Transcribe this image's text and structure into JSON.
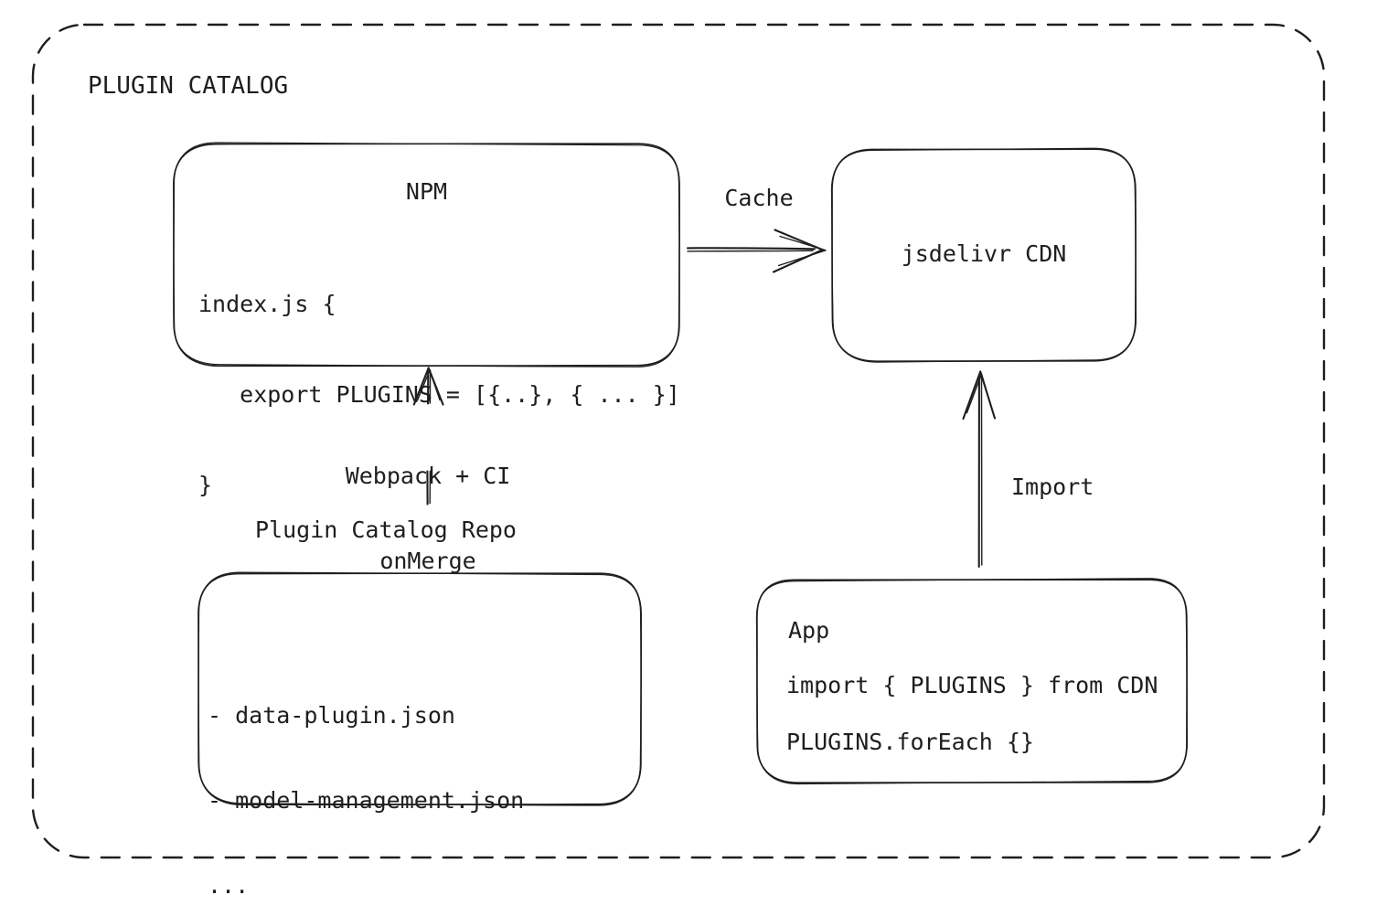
{
  "diagram": {
    "title": "PLUGIN CATALOG",
    "stroke_color": "#1e1e1e",
    "background_color": "#ffffff",
    "nodes": {
      "npm": {
        "title": "NPM",
        "code_lines": [
          "index.js {",
          "   export PLUGINS = [{..}, { ... }]",
          "}"
        ]
      },
      "cdn": {
        "label": "jsdelivr CDN"
      },
      "repo": {
        "label": "Plugin Catalog Repo",
        "file_lines": [
          "- data-plugin.json",
          "- model-management.json",
          "..."
        ]
      },
      "app": {
        "title": "App",
        "code_lines": [
          "import { PLUGINS } from CDN",
          "PLUGINS.forEach {}"
        ]
      }
    },
    "edges": {
      "cache": {
        "label": "Cache",
        "from": "npm",
        "to": "cdn"
      },
      "build": {
        "label_lines": [
          "Webpack + CI",
          "onMerge"
        ],
        "from": "repo",
        "to": "npm"
      },
      "import": {
        "label": "Import",
        "from": "app",
        "to": "cdn"
      }
    }
  }
}
